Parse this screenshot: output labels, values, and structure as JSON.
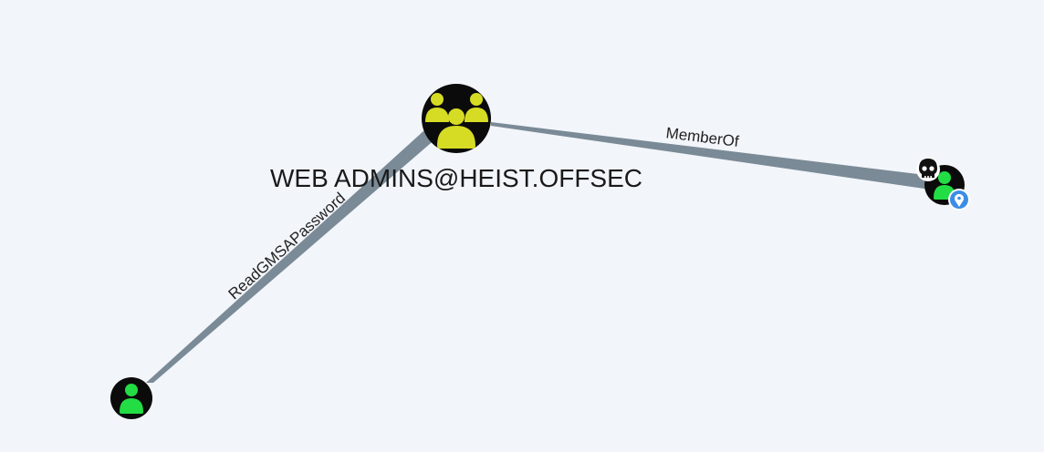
{
  "colors": {
    "background": "#f2f5fa",
    "edge": "#7a8a96",
    "node_fill": "#0b0b0b",
    "group_icon": "#d6dc24",
    "user_icon": "#22dd44",
    "badge": "#3b8de6"
  },
  "nodes": [
    {
      "id": "group-node",
      "type": "group",
      "icon": "group-icon",
      "label": "WEB ADMINS@HEIST.OFFSEC"
    },
    {
      "id": "user-node-source",
      "type": "user",
      "icon": "user-icon",
      "label": ""
    },
    {
      "id": "user-node-target",
      "type": "user",
      "icon": "user-icon",
      "label": "",
      "badges": [
        "skull-icon",
        "location-pin-icon"
      ]
    }
  ],
  "edges": [
    {
      "from": "user-node-source",
      "to": "group-node",
      "label": "ReadGMSAPassword"
    },
    {
      "from": "group-node",
      "to": "user-node-target",
      "label": "MemberOf"
    }
  ]
}
